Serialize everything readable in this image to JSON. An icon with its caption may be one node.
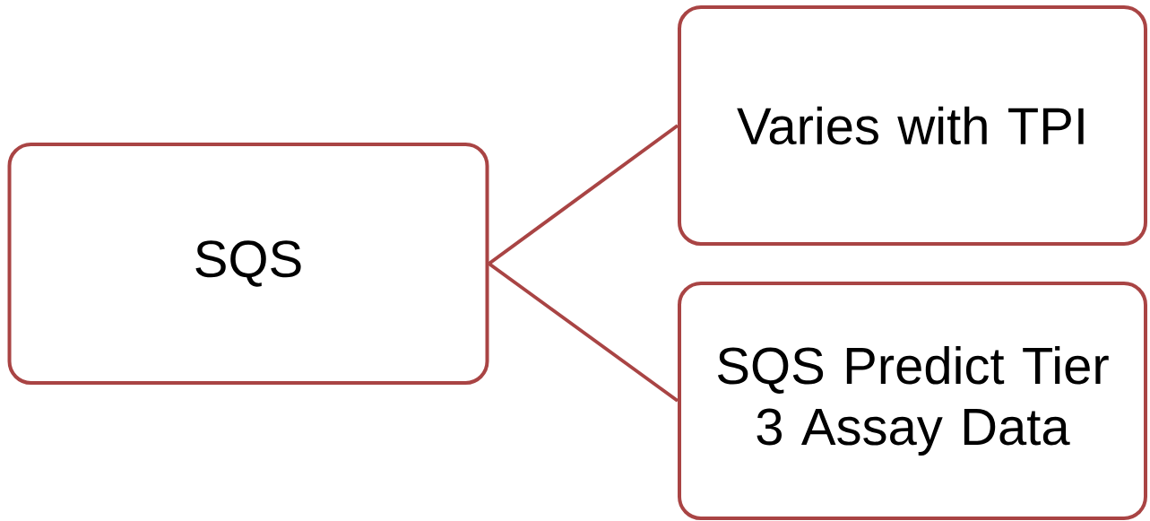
{
  "diagram": {
    "nodes": [
      {
        "text": [
          "SQS"
        ]
      },
      {
        "text": [
          "Varies with TPI"
        ]
      },
      {
        "text": [
          "SQS Predict Tier 3 Assay Data"
        ]
      }
    ],
    "edges": [
      {
        "from": 0,
        "to": 1,
        "arrow": "none"
      },
      {
        "from": 0,
        "to": 2,
        "arrow": "none"
      }
    ]
  }
}
